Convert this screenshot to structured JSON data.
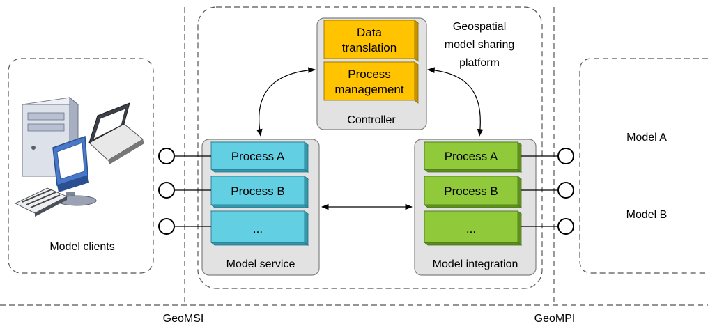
{
  "platform": {
    "label_line1": "Geospatial",
    "label_line2": "model sharing",
    "label_line3": "platform"
  },
  "controller": {
    "label": "Controller",
    "block1_line1": "Data",
    "block1_line2": "translation",
    "block2_line1": "Process",
    "block2_line2": "management"
  },
  "model_service": {
    "label": "Model service",
    "items": [
      "Process A",
      "Process B",
      "..."
    ]
  },
  "model_integration": {
    "label": "Model integration",
    "items": [
      "Process A",
      "Process B",
      "..."
    ]
  },
  "clients": {
    "label": "Model clients"
  },
  "models": {
    "a": "Model A",
    "b": "Model B"
  },
  "interfaces": {
    "left": "GeoMSI",
    "right": "GeoMPI"
  },
  "colors": {
    "controller_fill": "#ffc300",
    "controller_side": "#c79400",
    "controller_top": "#ffd84a",
    "service_fill": "#63cfe3",
    "service_side": "#3598ad",
    "service_top": "#a5e6f1",
    "integration_fill": "#90c93a",
    "integration_side": "#5e8f1d",
    "integration_top": "#bde07f",
    "group_fill": "#e2e2e2"
  }
}
